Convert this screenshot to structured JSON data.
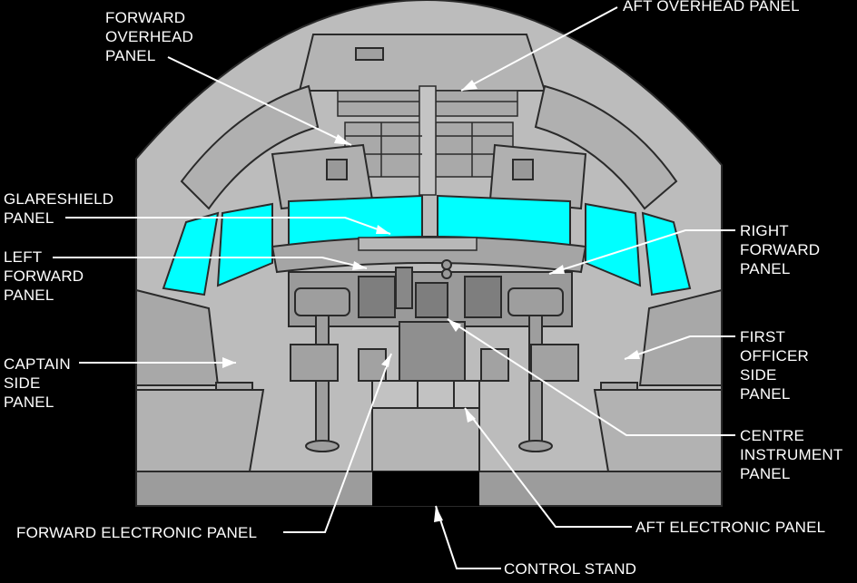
{
  "labels": {
    "aft_overhead": [
      "AFT OVERHEAD PANEL"
    ],
    "forward_overhead": [
      "FORWARD",
      "OVERHEAD",
      "PANEL"
    ],
    "glareshield": [
      "GLARESHIELD",
      "PANEL"
    ],
    "left_forward": [
      "LEFT",
      "FORWARD",
      "PANEL"
    ],
    "right_forward": [
      "RIGHT",
      "FORWARD",
      "PANEL"
    ],
    "captain_side": [
      "CAPTAIN",
      "SIDE",
      "PANEL"
    ],
    "first_officer_side": [
      "FIRST",
      "OFFICER",
      "SIDE",
      "PANEL"
    ],
    "centre_instrument": [
      "CENTRE",
      "INSTRUMENT",
      "PANEL"
    ],
    "forward_electronic": [
      "FORWARD ELECTRONIC PANEL"
    ],
    "aft_electronic": [
      "AFT ELECTRONIC PANEL"
    ],
    "control_stand": [
      "CONTROL STAND"
    ]
  },
  "colors": {
    "background": "#000000",
    "cockpit_fill": "#bcbcbc",
    "cockpit_dark": "#8c8c8c",
    "outline": "#2a2a2a",
    "window": "#00ffff",
    "leader_line": "#ffffff",
    "label_text": "#ffffff"
  }
}
